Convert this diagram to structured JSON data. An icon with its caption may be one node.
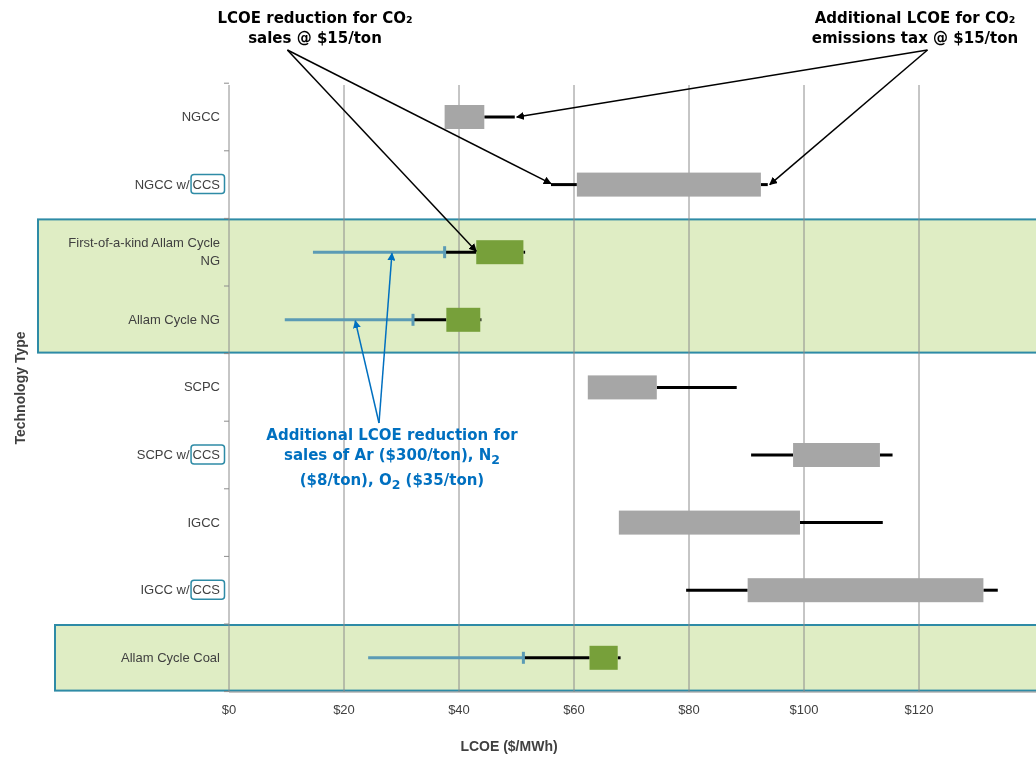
{
  "diagram": {
    "nodes": [
      {
        "text": [
          "LCOE reduction for CO₂ sales @ $15/ton"
        ]
      },
      {
        "text": [
          "Additional LCOE for CO₂ emissions tax @ $15/ton"
        ]
      },
      {
        "text": [
          "Additional LCOE reduction for sales of Ar ($300/ton), N$_{2}$ ($8/ton), O$_{2}$ ($35/ton)"
        ]
      },
      {
        "text": [],
        "shape": "bar"
      },
      {
        "text": [],
        "shape": "bar"
      },
      {
        "text": [],
        "shape": "bar"
      },
      {
        "text": [],
        "shape": "bar"
      },
      {
        "text": [],
        "shape": "bar"
      },
      {
        "text": [],
        "shape": "bar"
      }
    ],
    "edges": [
      {
        "from": 0,
        "to": 4,
        "arrow": "to"
      },
      {
        "from": 0,
        "to": 5,
        "arrow": "to"
      },
      {
        "from": 1,
        "to": 3,
        "arrow": "to"
      },
      {
        "from": 1,
        "to": 6,
        "arrow": "to"
      },
      {
        "from": 2,
        "to": 7,
        "arrow": "to",
        "color": "#0070c0"
      },
      {
        "from": 2,
        "to": 8,
        "arrow": "to",
        "color": "#0070c0"
      }
    ],
    "chart_data": {
      "type": "candlestick",
      "orientation": "horizontal",
      "grid": true,
      "xlabel": "LCOE ($/MWh)",
      "ylabel": "Technology Type",
      "categories": [
        "NGCC",
        "NGCC w/CCS",
        "First-of-a-kind Allam Cycle NG",
        "Allam Cycle NG",
        "SCPC",
        "SCPC w/CCS",
        "IGCC",
        "IGCC w/CCS",
        "Allam Cycle Coal"
      ],
      "xlim": [
        0,
        140
      ],
      "xticks": [
        {
          "value": 0,
          "label": "$0"
        },
        {
          "value": 20,
          "label": "$20"
        },
        {
          "value": 40,
          "label": "$40"
        },
        {
          "value": 60,
          "label": "$60"
        },
        {
          "value": 80,
          "label": "$80"
        },
        {
          "value": 100,
          "label": "$100"
        },
        {
          "value": 120,
          "label": "$120"
        }
      ],
      "series": [
        {
          "color": "#a6a6a6",
          "ohlc": [
            [
              37.5,
              49.7,
              37.5,
              44.4
            ],
            [
              60.5,
              93.7,
              56,
              92.5
            ],
            null,
            null,
            [
              62.4,
              88.3,
              62.4,
              74.4
            ],
            [
              98.1,
              115.4,
              90.8,
              113.2
            ],
            [
              67.8,
              113.7,
              67.8,
              99.3
            ],
            [
              90.2,
              133.7,
              79.5,
              131.2
            ],
            null
          ]
        },
        {
          "color": "#77a03a",
          "ohlc": [
            null,
            null,
            [
              43,
              51.5,
              37.5,
              51.2
            ],
            [
              37.8,
              43.9,
              32,
              43.7
            ],
            null,
            null,
            null,
            null,
            [
              62.7,
              68.1,
              51.2,
              67.6
            ]
          ]
        },
        {
          "color": "#5b9bb5",
          "ohlc": [
            null,
            null,
            [
              37.5,
              37.5,
              14.6,
              37.5
            ],
            [
              32,
              32,
              9.7,
              32
            ],
            null,
            null,
            null,
            null,
            [
              51.2,
              51.2,
              24.2,
              51.2
            ]
          ]
        }
      ]
    }
  }
}
